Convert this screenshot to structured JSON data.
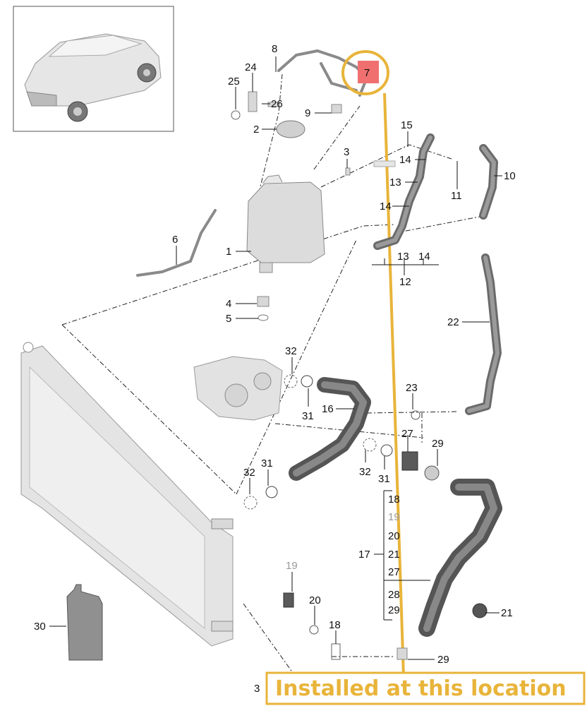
{
  "banner": {
    "text": "Installed at this location",
    "accent_color": "#e8b43a"
  },
  "highlight": {
    "part_number": "7",
    "fill_color": "#f07070",
    "ring_color": "#e8b43a"
  },
  "labels": {
    "l1": "1",
    "l2": "2",
    "l3": "3",
    "l4": "4",
    "l5": "5",
    "l6": "6",
    "l8": "8",
    "l9": "9",
    "l10": "10",
    "l11": "11",
    "l12": "12",
    "l13a": "13",
    "l13b": "13",
    "l14a": "14",
    "l14b": "14",
    "l14c": "14",
    "l15": "15",
    "l16": "16",
    "l17": "17",
    "l18": "18",
    "l19": "19",
    "l20": "20",
    "l21": "21",
    "l22": "22",
    "l23": "23",
    "l24": "24",
    "l25": "25",
    "l26": "26",
    "l27": "27",
    "l29a": "29",
    "l29b": "29",
    "l30": "30",
    "l31a": "31",
    "l31b": "31",
    "l31c": "31",
    "l32a": "32",
    "l32b": "32",
    "l32c": "32",
    "l3x": "3"
  },
  "kit17": {
    "items": [
      "18",
      "19",
      "20",
      "21",
      "27",
      "28",
      "29"
    ]
  }
}
